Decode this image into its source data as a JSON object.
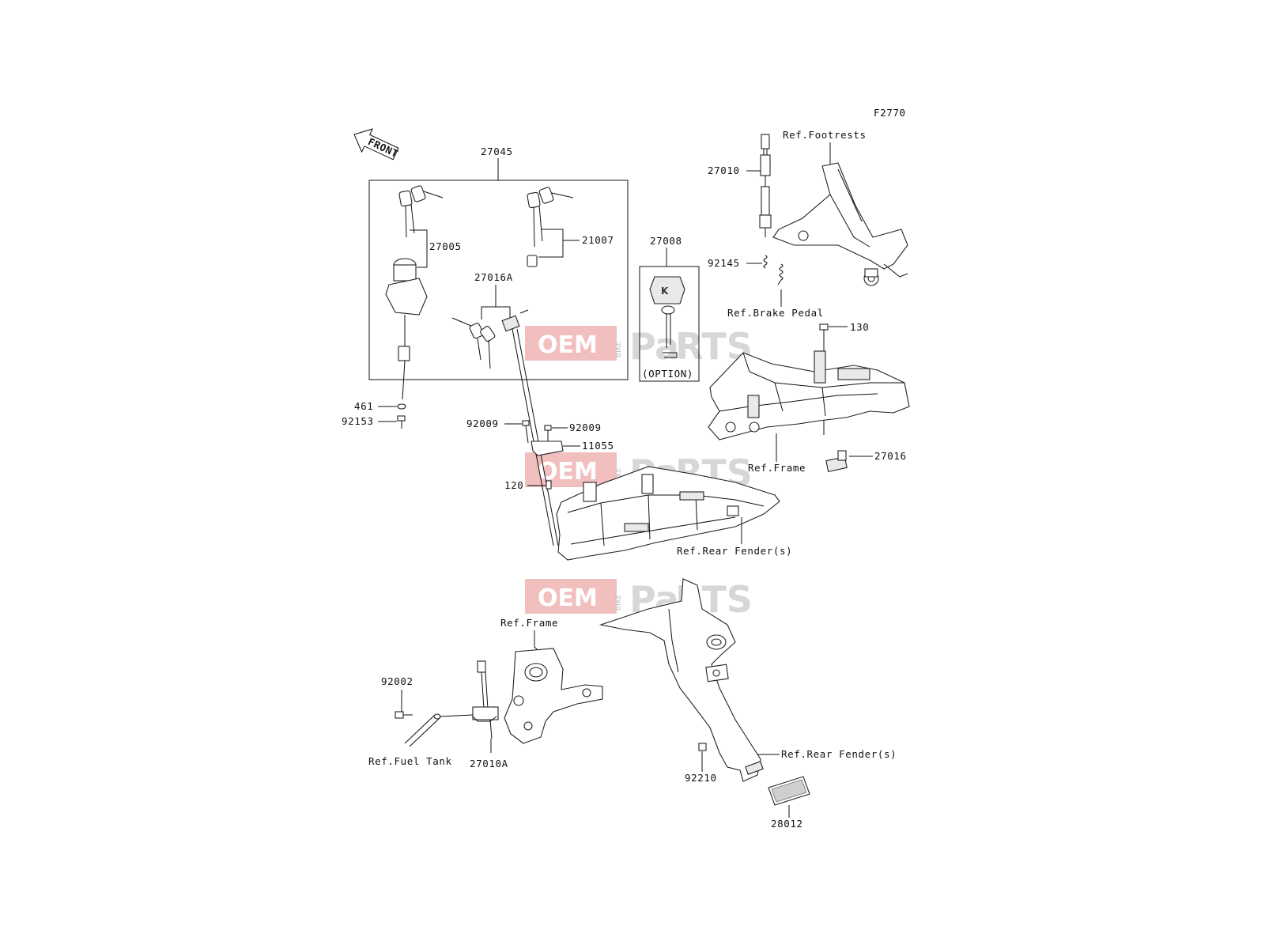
{
  "figure_code": "F2770",
  "front_arrow": "FRONT",
  "watermark": {
    "oem": "OEM",
    "bike": "BIKE",
    "parts_a": "P",
    "parts_b": "a",
    "parts_c": "RTS"
  },
  "labels": {
    "p27045": "27045",
    "p27005": "27005",
    "p21007": "21007",
    "p27016A": "27016A",
    "p461": "461",
    "p92153": "92153",
    "p27008": "27008",
    "option": "(OPTION)",
    "p27010": "27010",
    "ref_footrests": "Ref.Footrests",
    "p92145": "92145",
    "ref_brake_pedal": "Ref.Brake Pedal",
    "p130": "130",
    "ref_frame_right": "Ref.Frame",
    "p27016": "27016",
    "p92009_left": "92009",
    "p92009_right": "92009",
    "p11055": "11055",
    "p120": "120",
    "ref_rear_fender_mid": "Ref.Rear Fender(s)",
    "ref_frame_bottom": "Ref.Frame",
    "p92002": "92002",
    "ref_fuel_tank": "Ref.Fuel Tank",
    "p27010A": "27010A",
    "ref_rear_fender_bottom": "Ref.Rear Fender(s)",
    "p92210": "92210",
    "p28012": "28012"
  }
}
